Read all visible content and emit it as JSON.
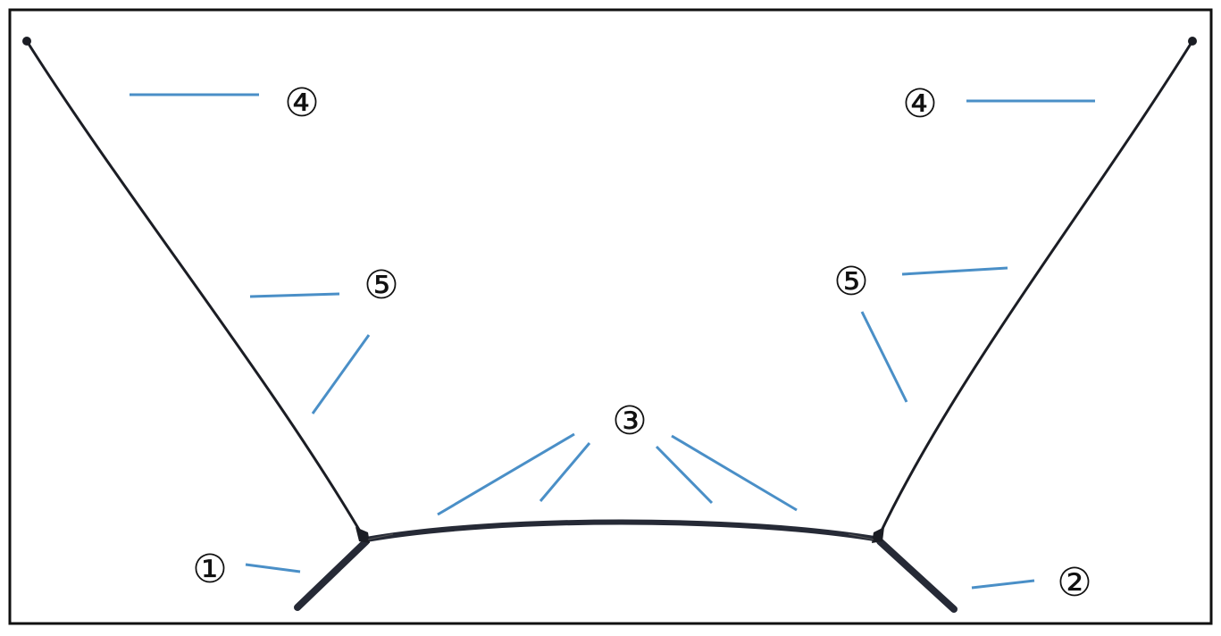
{
  "callouts": {
    "left_end": "①",
    "right_end": "②",
    "center_span": "③",
    "upper_left": "④",
    "upper_right": "④",
    "middle_left": "⑤",
    "middle_right": "⑤"
  },
  "colors": {
    "border": "#111111",
    "cable": "#1b1d24",
    "thick_member": "#262a36",
    "leader_line": "#4a8fc7",
    "background": "#ffffff"
  }
}
